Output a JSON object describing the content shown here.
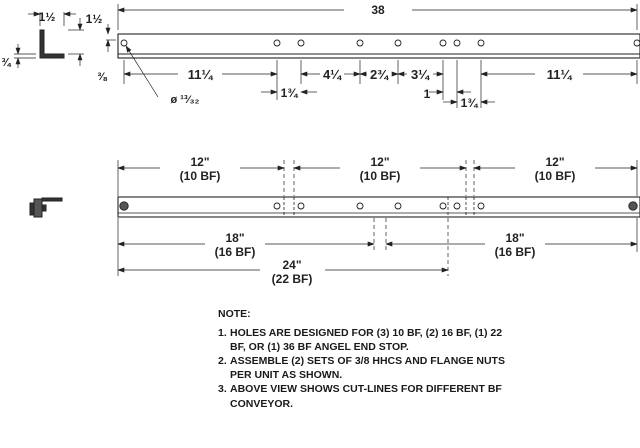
{
  "dimensions": {
    "overall_length": "38",
    "angle_leg_a": "1½",
    "angle_leg_b": "1½",
    "angle_thickness": "¾",
    "hole_edge_offset": "⅜",
    "hole_diameter": "ø ¹³⁄₃₂",
    "spacing_1": "11¼",
    "spacing_2": "1¾",
    "spacing_3": "4¼",
    "spacing_4": "2¾",
    "spacing_5": "3¼",
    "spacing_6": "1",
    "spacing_7": "1¾",
    "spacing_8": "11¼"
  },
  "cut_lines": {
    "top": [
      {
        "length": "12\"",
        "bf": "(10 BF)"
      },
      {
        "length": "12\"",
        "bf": "(10 BF)"
      },
      {
        "length": "12\"",
        "bf": "(10 BF)"
      }
    ],
    "bottom": [
      {
        "length": "18\"",
        "bf": "(16 BF)"
      },
      {
        "length": "18\"",
        "bf": "(16 BF)"
      },
      {
        "length": "24\"",
        "bf": "(22 BF)"
      }
    ]
  },
  "notes": {
    "title": "NOTE:",
    "items": [
      {
        "num": "1.",
        "text": "HOLES ARE DESIGNED FOR (3) 10 BF, (2) 16 BF, (1) 22 BF, OR (1) 36 BF ANGEL END STOP."
      },
      {
        "num": "2.",
        "text": "ASSEMBLE (2) SETS OF 3/8 HHCS AND FLANGE NUTS PER UNIT AS SHOWN."
      },
      {
        "num": "3.",
        "text": "ABOVE VIEW SHOWS CUT-LINES FOR DIFFERENT BF CONVEYOR."
      }
    ]
  }
}
